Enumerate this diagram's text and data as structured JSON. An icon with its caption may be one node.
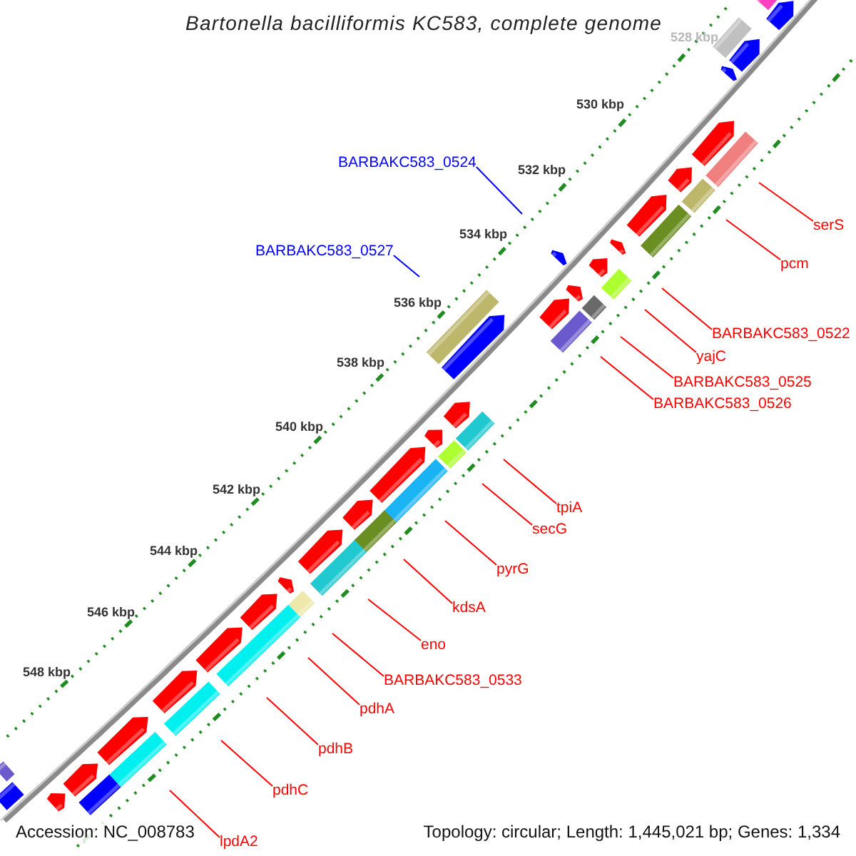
{
  "diagram": {
    "title": "Bartonella bacilliformis KC583, complete genome",
    "nodes": [
      {
        "text": [
          "BARBAKC583_0524"
        ]
      },
      {
        "text": [
          "serS"
        ]
      },
      {
        "text": [
          "BARBAKC583_0527"
        ]
      },
      {
        "text": [
          "pcm"
        ]
      },
      {
        "text": [
          "BARBAKC583_0522"
        ]
      },
      {
        "text": [
          "yajC"
        ]
      },
      {
        "text": [
          "BARBAKC583_0525"
        ]
      },
      {
        "text": [
          "BARBAKC583_0526"
        ]
      },
      {
        "text": [
          "tpiA"
        ]
      },
      {
        "text": [
          "secG"
        ]
      },
      {
        "text": [
          "pyrG"
        ]
      },
      {
        "text": [
          "kdsA"
        ]
      },
      {
        "text": [
          "eno"
        ]
      },
      {
        "text": [
          "BARBAKC583_0533"
        ]
      },
      {
        "text": [
          "pdhA"
        ]
      },
      {
        "text": [
          "pdhB"
        ]
      },
      {
        "text": [
          "pdhC"
        ]
      },
      {
        "text": [
          "lpdA2"
        ]
      }
    ],
    "edges": [
      {
        "from": 0,
        "to": null,
        "arrow": "none",
        "color": "#0000ff"
      },
      {
        "from": 1,
        "to": null,
        "arrow": "none"
      },
      {
        "from": 2,
        "to": null,
        "arrow": "none",
        "color": "#0000ff"
      },
      {
        "from": 3,
        "to": null,
        "arrow": "none"
      },
      {
        "from": 4,
        "to": null,
        "arrow": "none"
      },
      {
        "from": 5,
        "to": null,
        "arrow": "none"
      },
      {
        "from": 6,
        "to": null,
        "arrow": "none"
      },
      {
        "from": 7,
        "to": null,
        "arrow": "none"
      },
      {
        "from": 8,
        "to": null,
        "arrow": "none"
      },
      {
        "from": 9,
        "to": null,
        "arrow": "none"
      },
      {
        "from": 10,
        "to": null,
        "arrow": "none"
      },
      {
        "from": 11,
        "to": null,
        "arrow": "none"
      },
      {
        "from": 12,
        "to": null,
        "arrow": "none"
      },
      {
        "from": 13,
        "to": null,
        "arrow": "none"
      },
      {
        "from": 14,
        "to": null,
        "arrow": "none"
      },
      {
        "from": 15,
        "to": null,
        "arrow": "none"
      },
      {
        "from": 16,
        "to": null,
        "arrow": "none"
      },
      {
        "from": 17,
        "to": null,
        "arrow": "none"
      }
    ],
    "labels": [
      "528 kbp",
      "530 kbp",
      "532 kbp",
      "534 kbp",
      "536 kbp",
      "538 kbp",
      "540 kbp",
      "542 kbp",
      "544 kbp",
      "546 kbp",
      "548 kbp",
      "Accession: NC_008783",
      "Topology: circular; Length: 1,445,021 bp; Genes: 1,334"
    ]
  }
}
